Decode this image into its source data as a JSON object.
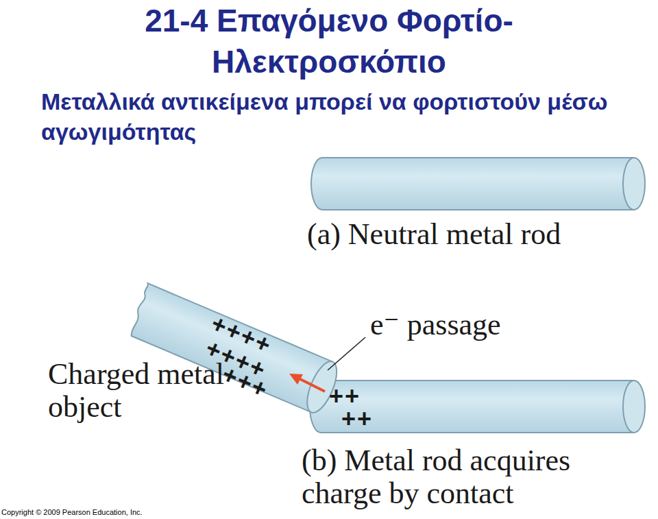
{
  "diagram": {
    "title": "21-4 Επαγόμενο Φορτίο- Ηλεκτροσκόπιο",
    "labels": [
      "Μεταλλικά αντικείμενα μπορεί να φορτιστούν μέσω αγωγιμότητας",
      "(a) Neutral metal rod",
      "e⁻ passage",
      "++++",
      "++++",
      "+++",
      "Charged metal object",
      "++",
      "++",
      "(b) Metal rod acquires charge by contact",
      "Copyright © 2009 Pearson Education, Inc."
    ]
  }
}
